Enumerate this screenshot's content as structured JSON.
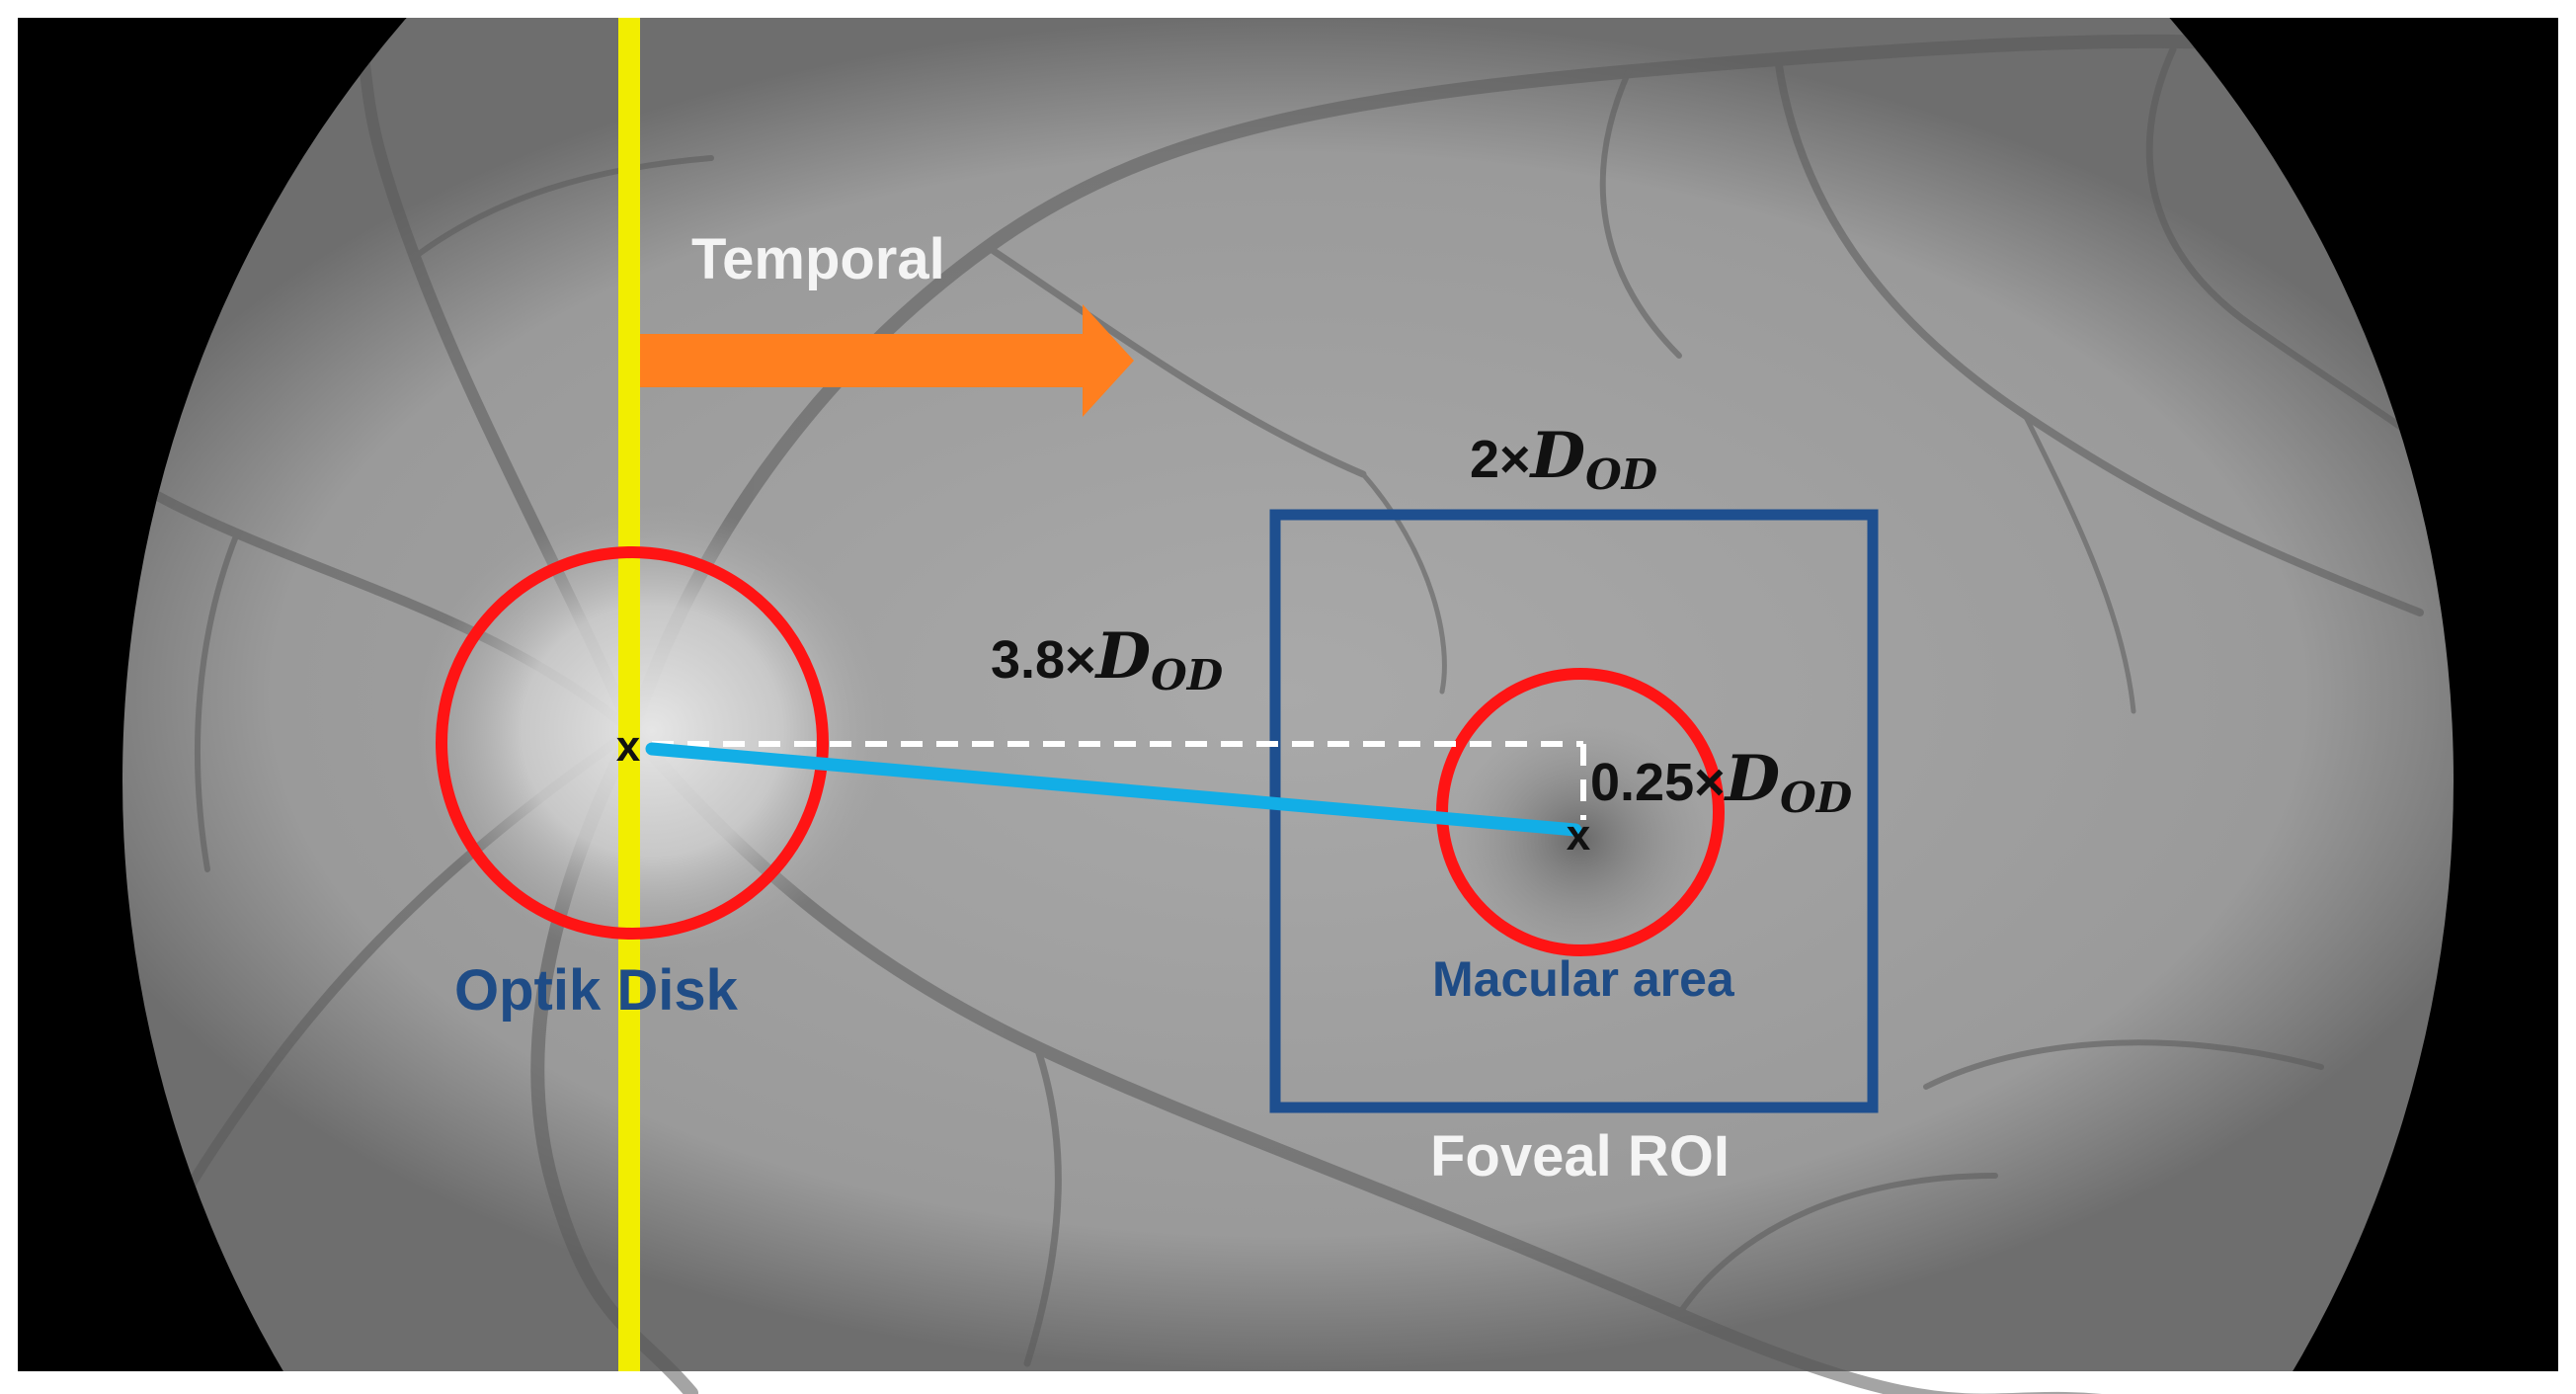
{
  "labels": {
    "temporal": "Temporal",
    "optic_disk": "Optik Disk",
    "macular_area": "Macular area",
    "foveal_roi": "Foveal ROI",
    "marker_x": "x"
  },
  "formulas": {
    "roi_size": {
      "coef": "2×",
      "var": "D",
      "sub": "OD"
    },
    "distance": {
      "coef": "3.8×",
      "var": "D",
      "sub": "OD"
    },
    "offset": {
      "coef": "0.25×",
      "var": "D",
      "sub": "OD"
    }
  },
  "colors": {
    "frame": "#000000",
    "fundus_center": "#a9a9a9",
    "fundus_edge": "#6e6e6e",
    "optic_highlight": "#e6e6e6",
    "yellow_line": "#f2ee00",
    "arrow": "#ff7f1f",
    "circle": "#ff1414",
    "roi_box": "#1e4f8f",
    "distance_line": "#12aee6",
    "dashed_line": "#ffffff",
    "label_dark_blue": "#1f4c86",
    "label_white": "#f4f4f4",
    "label_black": "#111111",
    "vessel": "#5a5a5a"
  }
}
